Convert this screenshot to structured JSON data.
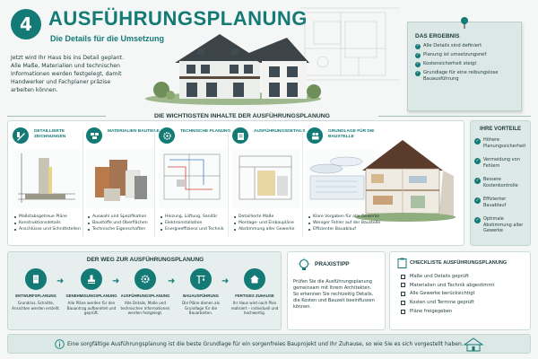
{
  "header": {
    "number": "4",
    "title": "AUSFÜHRUNGSPLANUNG",
    "subtitle": "Die Details für die Umsetzung",
    "intro_lines": [
      "Jetzt wird Ihr Haus bis ins Detail geplant.",
      "Alle Maße, Materialien und technischen",
      "Informationen werden festgelegt, damit",
      "Handwerker und Fachplaner präzise",
      "arbeiten können."
    ]
  },
  "result": {
    "title": "DAS ERGEBNIS",
    "items": [
      "Alle Details sind definiert",
      "Planung ist umsetzungsreif",
      "Kostensicherheit steigt",
      "Grundlage für eine reibungslose Bauausführung"
    ]
  },
  "section_title": "DIE WICHTIGSTEN INHALTE DER AUSFÜHRUNGSPLANUNG",
  "columns": [
    {
      "title": "DETAILLIERTE ZEICHNUNGEN",
      "icon": "ruler-pencil-icon",
      "items": [
        "Maßstabsgetreue Pläne",
        "Konstruktionsdetails",
        "Anschlüsse und Schnittstellen"
      ]
    },
    {
      "title": "MATERIALIEN BAUTEILE",
      "icon": "bricks-icon",
      "items": [
        "Auswahl und Spezifikation",
        "Baustoffe und Oberflächen",
        "Technische Eigenschaften"
      ]
    },
    {
      "title": "TECHNISCHE PLANUNG",
      "icon": "gear-icon",
      "items": [
        "Heizung, Lüftung, Sanitär",
        "Elektroinstallation",
        "Energieeffizienz und Technik"
      ]
    },
    {
      "title": "AUSFÜHRUNGSDETAILS",
      "icon": "clipboard-icon",
      "items": [
        "Detaillierte Maße",
        "Montage- und Einbaupläne",
        "Abstimmung aller Gewerke"
      ]
    },
    {
      "title": "GRUNDLAGE FÜR DIE BAUSTELLE",
      "icon": "people-icon",
      "items": [
        "Klare Vorgaben für alle Gewerke",
        "Weniger Fehler auf der Baustelle",
        "Effizienter Bauablauf"
      ]
    }
  ],
  "advantages": {
    "title": "IHRE VORTEILE",
    "items": [
      "Höhere Planungssicherheit",
      "Vermeidung von Fehlern",
      "Bessere Kostenkontrolle",
      "Effizienter Bauablauf",
      "Optimale Abstimmung aller Gewerke"
    ]
  },
  "way": {
    "title": "DER WEG ZUR AUSFÜHRUNGSPLANUNG",
    "steps": [
      {
        "name": "ENTWURFSPLANUNG",
        "desc": "Grundriss, Schnitte, Ansichten werden erstellt.",
        "icon": "document-icon"
      },
      {
        "name": "GENEHMIGUNGSPLANUNG",
        "desc": "Alle Pläne werden für den Bauantrag aufbereitet und geprüft.",
        "icon": "stamp-icon"
      },
      {
        "name": "AUSFÜHRUNGSPLANUNG",
        "desc": "Alle Details, Maße und technischen Informationen werden festgelegt.",
        "icon": "gear-icon"
      },
      {
        "name": "BAUAUSFÜHRUNG",
        "desc": "Die Pläne dienen als Grundlage für die Bauarbeiten.",
        "icon": "crane-icon"
      },
      {
        "name": "FERTIGES ZUHAUSE",
        "desc": "Ihr Haus wird nach Plan realisiert – individuell und hochwertig.",
        "icon": "house-icon"
      }
    ]
  },
  "tip": {
    "title": "PRAXISTIPP",
    "lines": [
      "Prüfen Sie die Ausführungsplanung",
      "gemeinsam mit Ihrem Architekten.",
      "So erkennen Sie rechtzeitig Details,",
      "die Kosten und Bauzeit beeinflussen",
      "können."
    ]
  },
  "checklist": {
    "title": "CHECKLISTE AUSFÜHRUNGSPLANUNG",
    "items": [
      "Maße und Details geprüft",
      "Materialien und Technik abgestimmt",
      "Alle Gewerke berücksichtigt",
      "Kosten und Termine geprüft",
      "Pläne freigegeben"
    ]
  },
  "footer": {
    "text": "Eine sorgfältige Ausführungsplanung ist die beste Grundlage für ein sorgenfreies Bauprojekt und Ihr Zuhause, so wie Sie es sich vorgestellt haben."
  },
  "colors": {
    "accent": "#137a76",
    "text": "#1e3a3a",
    "panel": "#dbe8e6"
  }
}
